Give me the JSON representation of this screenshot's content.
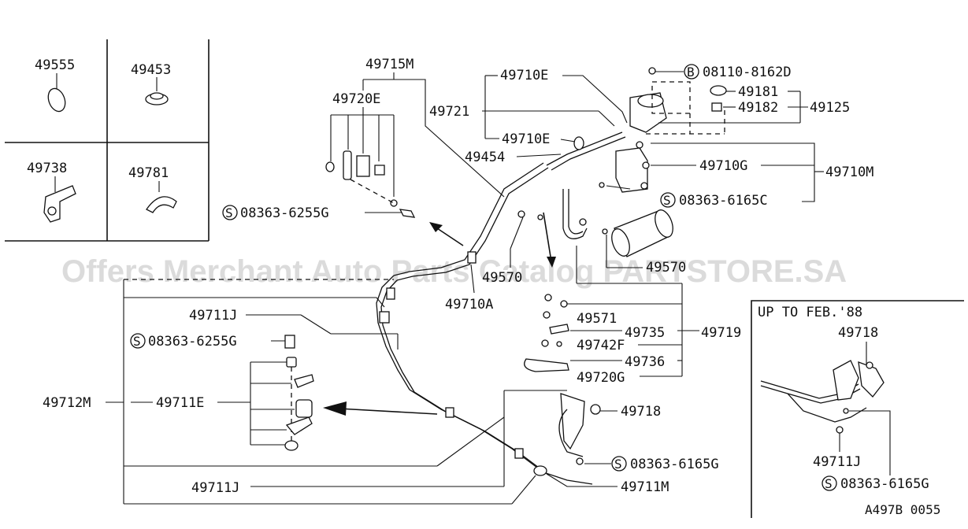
{
  "inset_parts": {
    "p1": "49555",
    "p2": "49453",
    "p3": "49738",
    "p4": "49781"
  },
  "labels": {
    "l_49715M": "49715M",
    "l_49720E": "49720E",
    "l_49721": "49721",
    "l_49710E_top": "49710E",
    "l_49710E_mid": "49710E",
    "l_08110": "08110-8162D",
    "l_49181": "49181",
    "l_49182": "49182",
    "l_49125": "49125",
    "l_49454": "49454",
    "l_49710G": "49710G",
    "l_49710M": "49710M",
    "l_08363_6165C": "08363-6165C",
    "l_08363_6255G_a": "08363-6255G",
    "l_49570_a": "49570",
    "l_49570_b": "49570",
    "l_49710A": "49710A",
    "l_49571": "49571",
    "l_49735": "49735",
    "l_49719": "49719",
    "l_49742F": "49742F",
    "l_49736": "49736",
    "l_49720G": "49720G",
    "l_49711J_a": "49711J",
    "l_08363_6255G_b": "08363-6255G",
    "l_49712M": "49712M",
    "l_49711E": "49711E",
    "l_49718": "49718",
    "l_08363_6165G": "08363-6165G",
    "l_49711J_b": "49711J",
    "l_49711M": "49711M"
  },
  "circle_symbols": {
    "b": "B",
    "s": "S"
  },
  "variant_box": {
    "title": "UP TO FEB.'88",
    "l_49718": "49718",
    "l_49711J": "49711J",
    "l_08363_6165G": "08363-6165G"
  },
  "diagram_code": "A497B 0055",
  "watermark": "Offers Merchant Auto Parts Catalog PARTSTORE.SA"
}
